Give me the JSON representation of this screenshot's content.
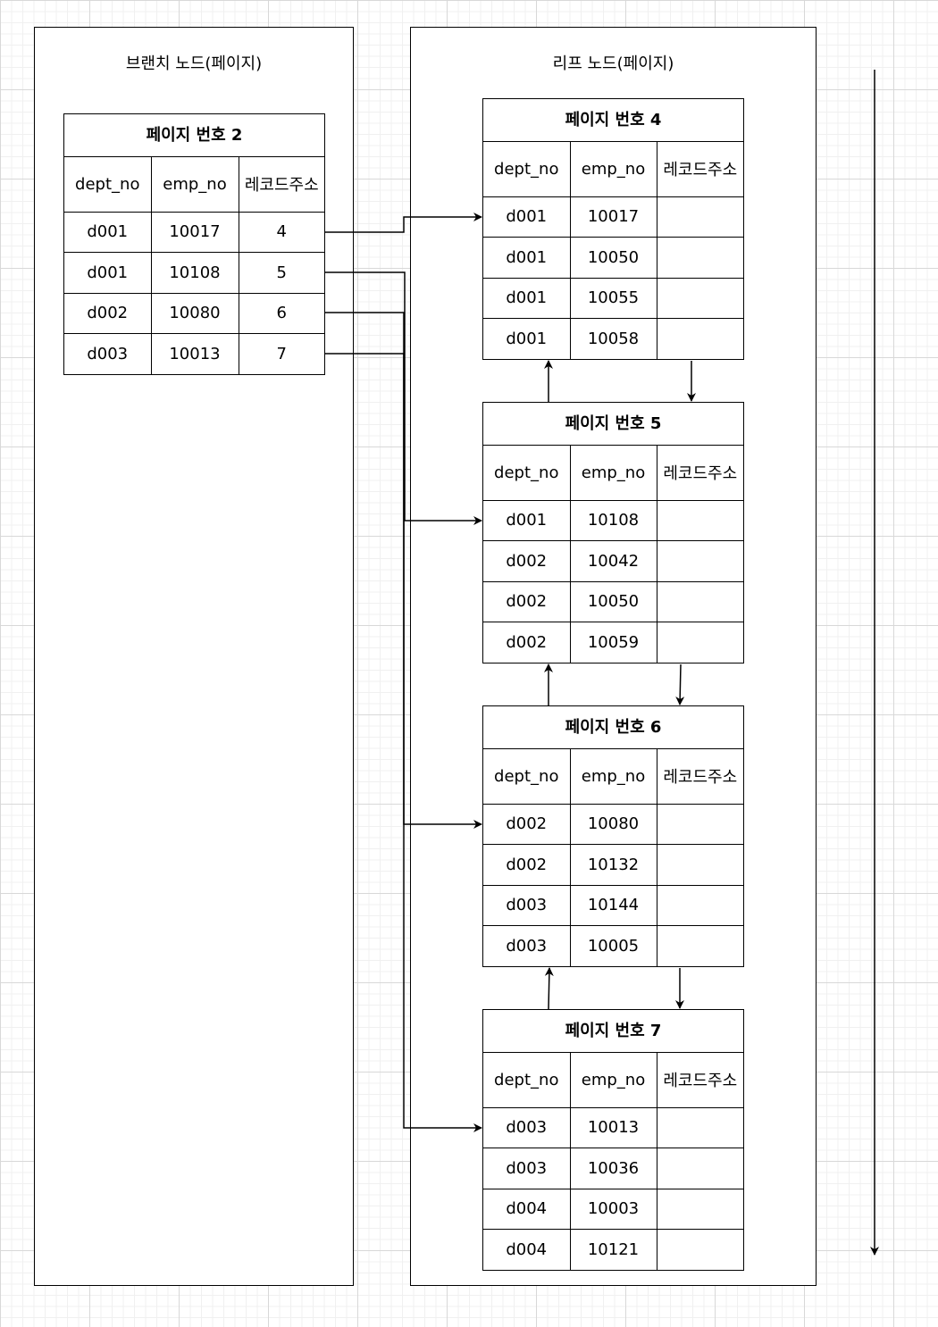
{
  "branch": {
    "title": "브랜치 노드(페이지)",
    "page": {
      "header": "페이지 번호 2",
      "columns": [
        "dept_no",
        "emp_no",
        "레코드주소"
      ],
      "rows": [
        [
          "d001",
          "10017",
          "4"
        ],
        [
          "d001",
          "10108",
          "5"
        ],
        [
          "d002",
          "10080",
          "6"
        ],
        [
          "d003",
          "10013",
          "7"
        ]
      ]
    }
  },
  "leaf": {
    "title": "리프 노드(페이지)",
    "pages": [
      {
        "header": "페이지 번호 4",
        "columns": [
          "dept_no",
          "emp_no",
          "레코드주소"
        ],
        "rows": [
          [
            "d001",
            "10017",
            ""
          ],
          [
            "d001",
            "10050",
            ""
          ],
          [
            "d001",
            "10055",
            ""
          ],
          [
            "d001",
            "10058",
            ""
          ]
        ]
      },
      {
        "header": "페이지 번호 5",
        "columns": [
          "dept_no",
          "emp_no",
          "레코드주소"
        ],
        "rows": [
          [
            "d001",
            "10108",
            ""
          ],
          [
            "d002",
            "10042",
            ""
          ],
          [
            "d002",
            "10050",
            ""
          ],
          [
            "d002",
            "10059",
            ""
          ]
        ]
      },
      {
        "header": "페이지 번호 6",
        "columns": [
          "dept_no",
          "emp_no",
          "레코드주소"
        ],
        "rows": [
          [
            "d002",
            "10080",
            ""
          ],
          [
            "d002",
            "10132",
            ""
          ],
          [
            "d003",
            "10144",
            ""
          ],
          [
            "d003",
            "10005",
            ""
          ]
        ]
      },
      {
        "header": "페이지 번호 7",
        "columns": [
          "dept_no",
          "emp_no",
          "레코드주소"
        ],
        "rows": [
          [
            "d003",
            "10013",
            ""
          ],
          [
            "d003",
            "10036",
            ""
          ],
          [
            "d004",
            "10003",
            ""
          ],
          [
            "d004",
            "10121",
            ""
          ]
        ]
      }
    ]
  }
}
